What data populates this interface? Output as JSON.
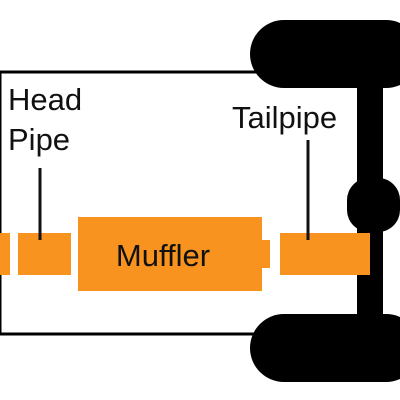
{
  "labels": {
    "head_pipe_line1": "Head",
    "head_pipe_line2": "Pipe",
    "tailpipe": "Tailpipe",
    "muffler": "Muffler"
  },
  "colors": {
    "exhaust": "#F7931E",
    "frame": "#000000",
    "background": "#FFFFFF",
    "text": "#111111"
  }
}
